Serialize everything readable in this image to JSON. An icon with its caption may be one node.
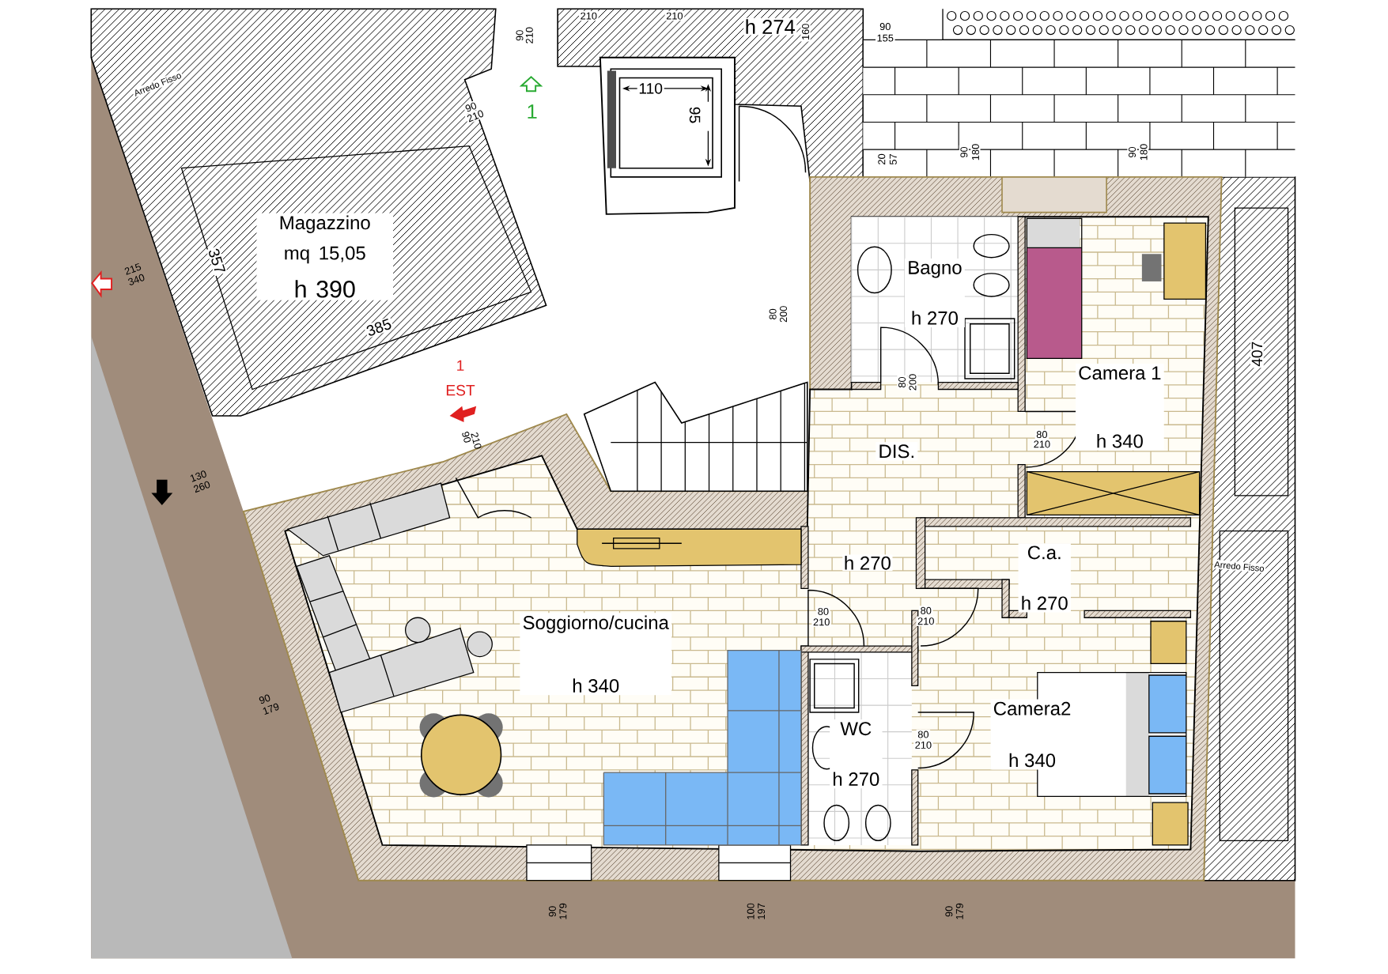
{
  "diagram": {
    "nodes": [
      {
        "text": [
          "Magazzino mq 15,05",
          "h 390"
        ]
      },
      {
        "text": [
          "Bagno",
          "h 270"
        ]
      },
      {
        "text": [
          "Camera 1",
          "h 340"
        ]
      },
      {
        "text": [
          "DIS."
        ]
      },
      {
        "text": [
          "C.a.",
          "h 270"
        ]
      },
      {
        "text": [
          "Soggiorno/cucina",
          "h 340"
        ]
      },
      {
        "text": [
          "WC",
          "h 270"
        ]
      },
      {
        "text": [
          "Camera2",
          "h 340"
        ]
      }
    ],
    "labels": [
      "90",
      "210",
      "210",
      "210",
      "h 274",
      "160",
      "90",
      "155",
      "Arredo Fisso",
      "110",
      "90",
      "210",
      "1",
      "95",
      "20",
      "57",
      "90",
      "180",
      "90",
      "180",
      "215",
      "340",
      "357",
      "385",
      "80",
      "200",
      "1",
      "407",
      "EST",
      "80",
      "200",
      "90",
      "210",
      "80",
      "210",
      "130",
      "260",
      "h 270",
      "Arredo Fisso",
      "80",
      "210",
      "80",
      "210",
      "90",
      "179",
      "80",
      "210",
      "90",
      "179",
      "100",
      "197",
      "90",
      "179"
    ]
  }
}
